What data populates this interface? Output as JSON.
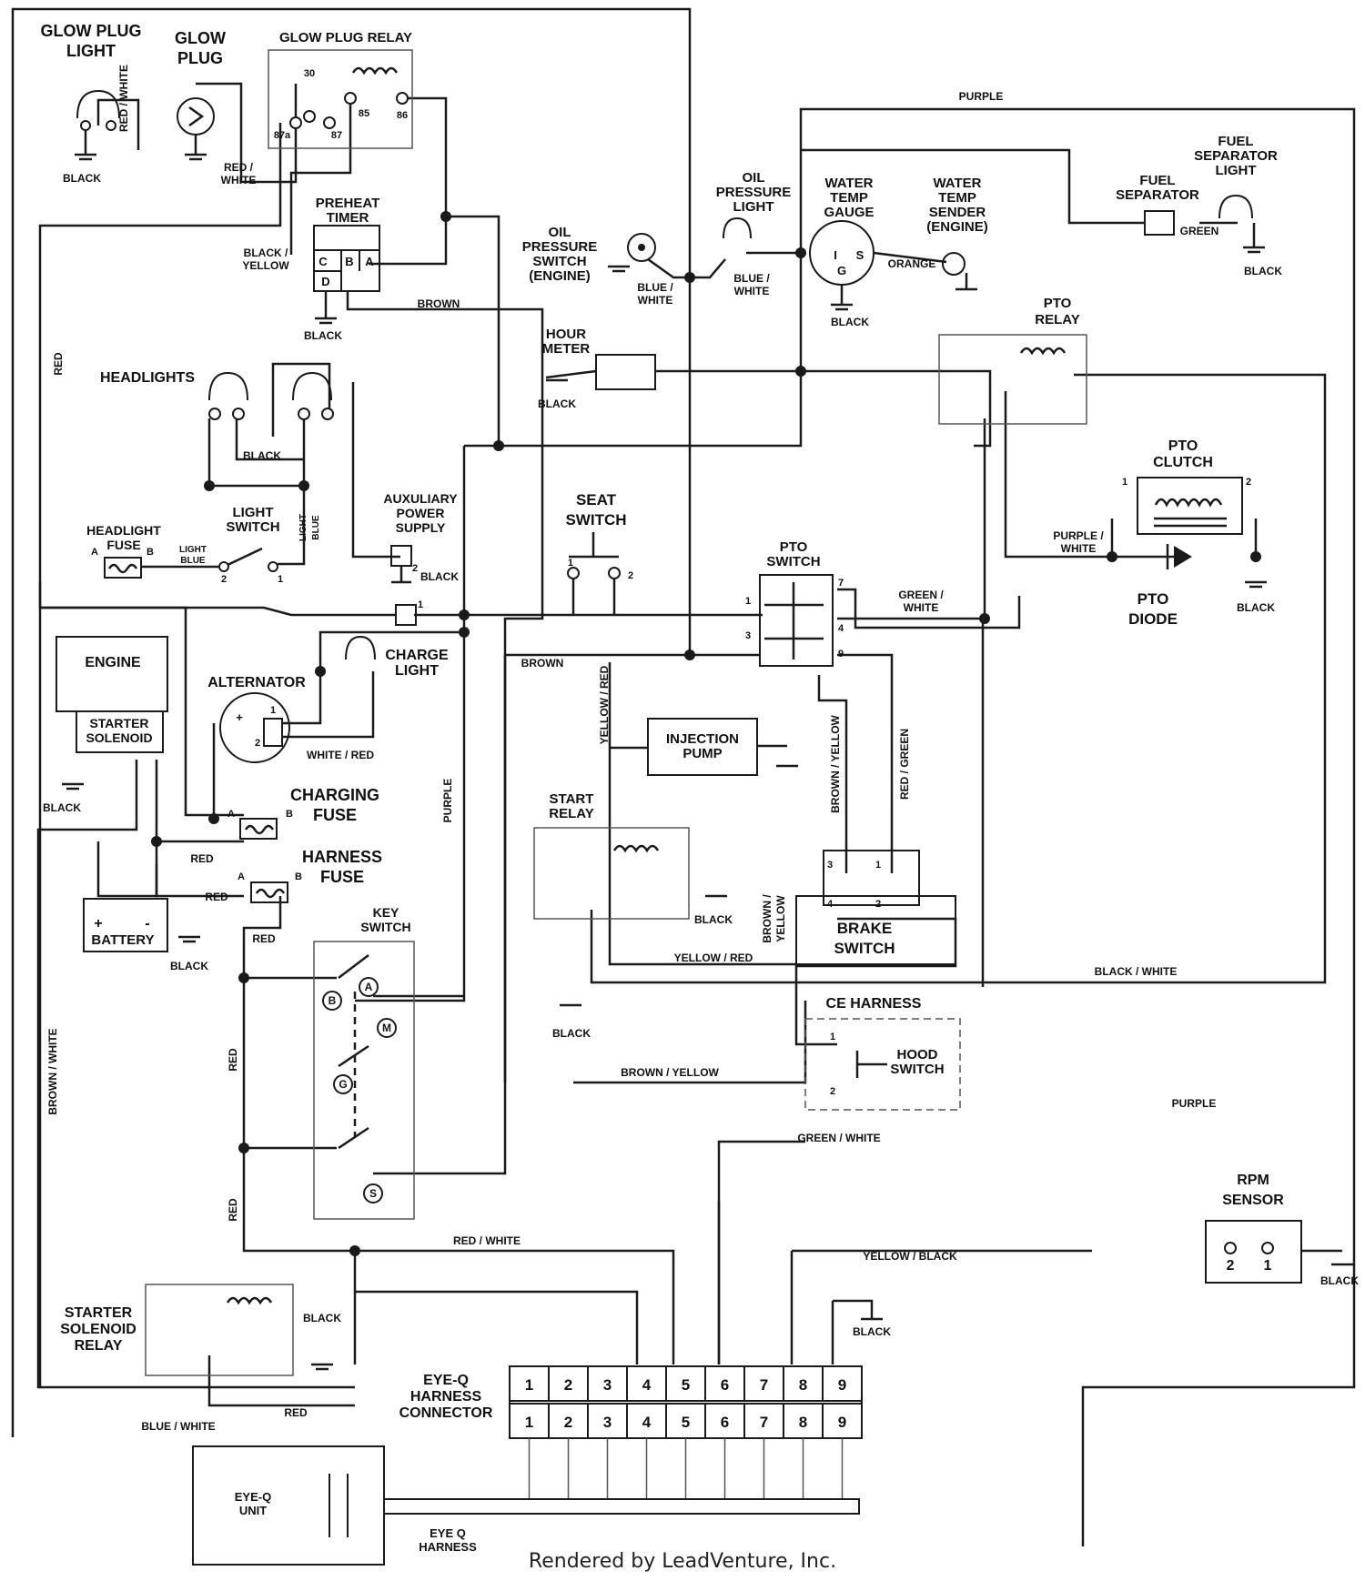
{
  "labels": {
    "glow_plug_light": [
      "GLOW PLUG",
      "LIGHT"
    ],
    "glow_plug": [
      "GLOW",
      "PLUG"
    ],
    "glow_plug_relay": "GLOW PLUG RELAY",
    "preheat_timer": [
      "PREHEAT",
      "TIMER"
    ],
    "headlights": "HEADLIGHTS",
    "light_switch": [
      "LIGHT",
      "SWITCH"
    ],
    "headlight_fuse": [
      "HEADLIGHT",
      "FUSE"
    ],
    "aux_power": [
      "AUXULIARY",
      "POWER",
      "SUPPLY"
    ],
    "engine": "ENGINE",
    "starter_solenoid": [
      "STARTER",
      "SOLENOID"
    ],
    "alternator": "ALTERNATOR",
    "charge_light": [
      "CHARGE",
      "LIGHT"
    ],
    "charging_fuse": [
      "CHARGING",
      "FUSE"
    ],
    "harness_fuse": [
      "HARNESS",
      "FUSE"
    ],
    "battery": "BATTERY",
    "key_switch": [
      "KEY",
      "SWITCH"
    ],
    "starter_solenoid_relay": [
      "STARTER",
      "SOLENOID",
      "RELAY"
    ],
    "eyeq_connector": [
      "EYE-Q",
      "HARNESS",
      "CONNECTOR"
    ],
    "eyeq_unit": [
      "EYE-Q",
      "UNIT"
    ],
    "eyeq_harness": [
      "EYE Q",
      "HARNESS"
    ],
    "oil_pressure_switch": [
      "OIL",
      "PRESSURE",
      "SWITCH",
      "(ENGINE)"
    ],
    "oil_pressure_light": [
      "OIL",
      "PRESSURE",
      "LIGHT"
    ],
    "water_temp_gauge": [
      "WATER",
      "TEMP",
      "GAUGE"
    ],
    "water_temp_sender": [
      "WATER",
      "TEMP",
      "SENDER",
      "(ENGINE)"
    ],
    "fuel_separator": [
      "FUEL",
      "SEPARATOR"
    ],
    "fuel_separator_light": [
      "FUEL",
      "SEPARATOR",
      "LIGHT"
    ],
    "hour_meter": [
      "HOUR",
      "METER"
    ],
    "seat_switch": [
      "SEAT",
      "SWITCH"
    ],
    "pto_switch": [
      "PTO",
      "SWITCH"
    ],
    "pto_relay": [
      "PTO",
      "RELAY"
    ],
    "pto_clutch": [
      "PTO",
      "CLUTCH"
    ],
    "pto_diode": [
      "PTO",
      "DIODE"
    ],
    "injection_pump": [
      "INJECTION",
      "PUMP"
    ],
    "start_relay": [
      "START",
      "RELAY"
    ],
    "brake_switch": [
      "BRAKE",
      "SWITCH"
    ],
    "ce_harness": "CE HARNESS",
    "hood_switch": [
      "HOOD",
      "SWITCH"
    ],
    "rpm_sensor": [
      "RPM",
      "SENSOR"
    ]
  },
  "wires": {
    "black": "BLACK",
    "red": "RED",
    "red_white": "RED / WHITE",
    "red_white_stacked": [
      "RED /",
      "WHITE"
    ],
    "black_yellow": [
      "BLACK /",
      "YELLOW"
    ],
    "brown": "BROWN",
    "purple": "PURPLE",
    "blue_white": "BLUE / WHITE",
    "blue_white_stacked": [
      "BLUE /",
      "WHITE"
    ],
    "orange": "ORANGE",
    "green": "GREEN",
    "light_blue": [
      "LIGHT",
      "BLUE"
    ],
    "white_red": "WHITE / RED",
    "yellow_red": "YELLOW / RED",
    "brown_yellow": "BROWN / YELLOW",
    "brown_yellow_stacked": [
      "BROWN /",
      "YELLOW"
    ],
    "red_green": "RED / GREEN",
    "green_white": "GREEN / WHITE",
    "green_white_stacked": [
      "GREEN /",
      "WHITE"
    ],
    "purple_white": [
      "PURPLE /",
      "WHITE"
    ],
    "black_white": "BLACK / WHITE",
    "brown_white": "BROWN / WHITE",
    "yellow_black": "YELLOW / BLACK"
  },
  "terminals": {
    "relay": [
      "30",
      "87a",
      "87",
      "85",
      "86"
    ],
    "timer": [
      "C",
      "B",
      "A",
      "D"
    ],
    "fuse": [
      "A",
      "B"
    ],
    "gauge": [
      "I",
      "S",
      "G"
    ],
    "key": [
      "A",
      "B",
      "M",
      "G",
      "S"
    ],
    "battery": [
      "+",
      "-"
    ],
    "num": [
      "1",
      "2",
      "3",
      "4",
      "5",
      "6",
      "7",
      "8",
      "9"
    ]
  },
  "connector_pins": [
    "1",
    "2",
    "3",
    "4",
    "5",
    "6",
    "7",
    "8",
    "9"
  ],
  "footer": "Rendered by LeadVenture, Inc."
}
